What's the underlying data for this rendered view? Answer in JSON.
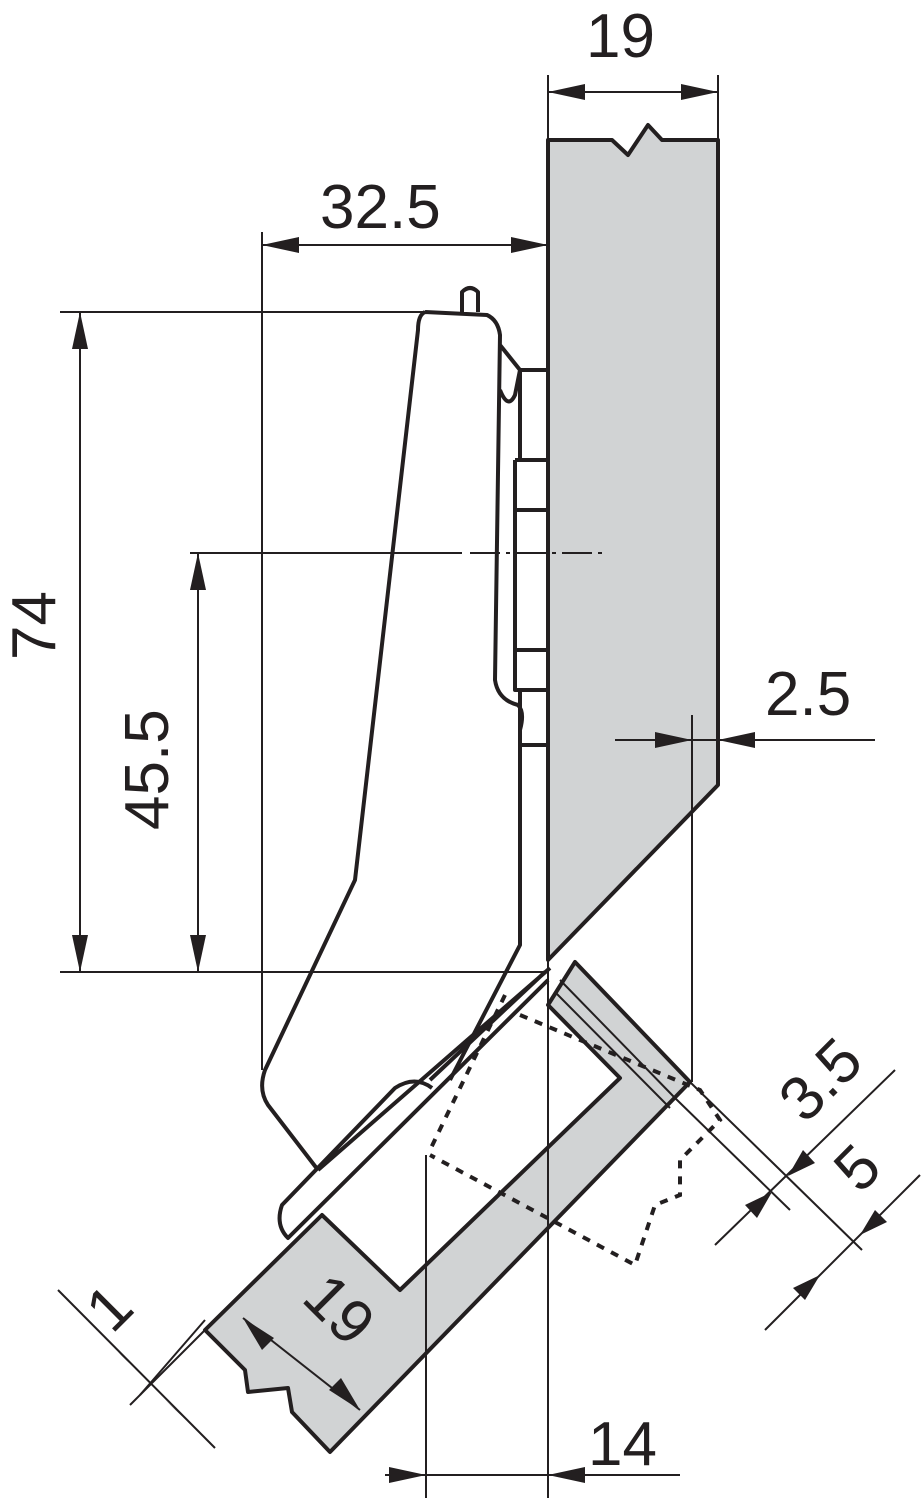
{
  "title": "Concealed hinge 45° installation dimensions",
  "dimensions": {
    "side_thickness": "19",
    "arm_projection": "32.5",
    "hinge_height": "74",
    "center_height": "45.5",
    "edge_offset": "2.5",
    "cup_distance": "3.5",
    "overlay": "5",
    "gap": "1",
    "door_thickness": "19",
    "cup_offset": "14"
  },
  "colors": {
    "panel": "#d1d3d4",
    "line": "#231f20"
  }
}
